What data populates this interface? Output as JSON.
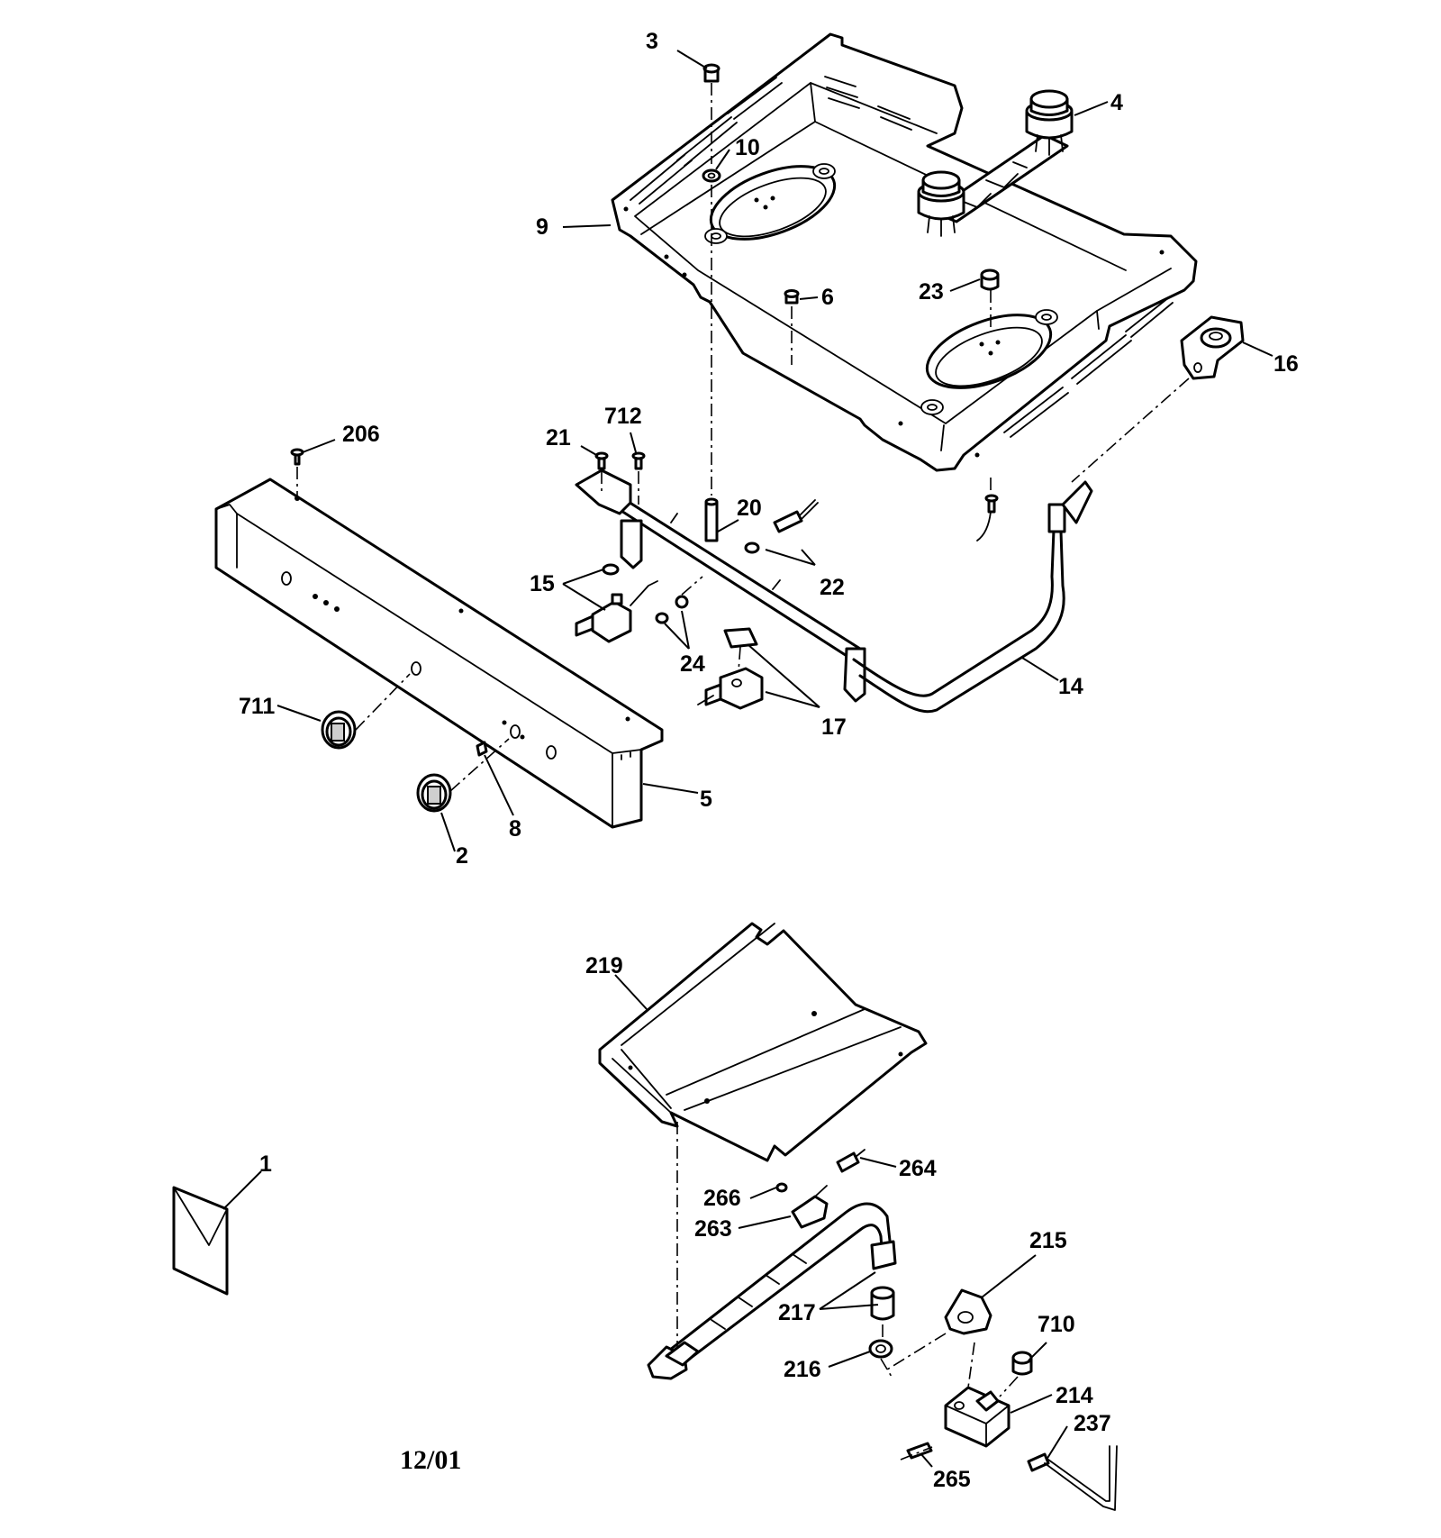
{
  "callouts": {
    "c1": "1",
    "c2": "2",
    "c3": "3",
    "c4": "4",
    "c5": "5",
    "c6": "6",
    "c8": "8",
    "c9": "9",
    "c10": "10",
    "c14": "14",
    "c15": "15",
    "c16": "16",
    "c17": "17",
    "c20": "20",
    "c21": "21",
    "c22": "22",
    "c23": "23",
    "c24": "24",
    "c206": "206",
    "c214": "214",
    "c215": "215",
    "c216": "216",
    "c217": "217",
    "c219": "219",
    "c237": "237",
    "c263": "263",
    "c264": "264",
    "c265": "265",
    "c266": "266",
    "c710": "710",
    "c711": "711",
    "c712": "712"
  },
  "date_code": "12/01"
}
